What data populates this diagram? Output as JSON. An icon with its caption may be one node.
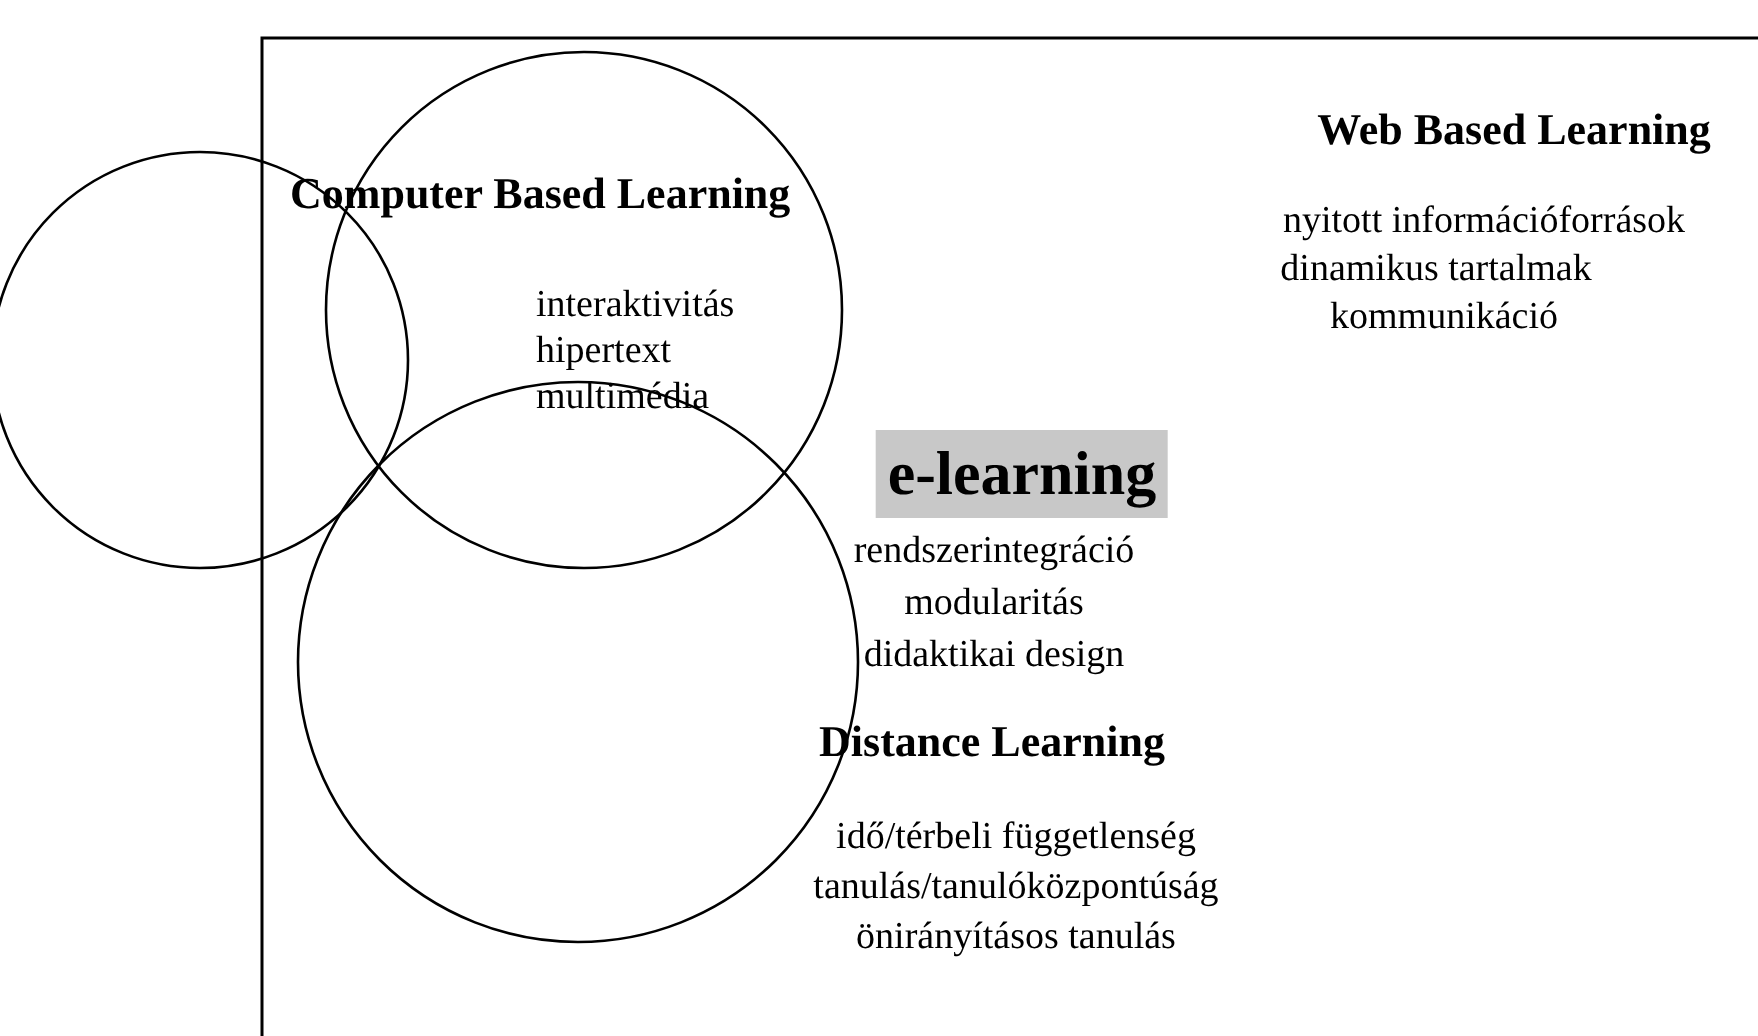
{
  "diagram": {
    "nodes": [
      {
        "text": [
          "Web Based Learning",
          "nyitott információforrások",
          "dinamikus tartalmak",
          "kommunikáció"
        ]
      },
      {
        "text": [],
        "shape": "circle"
      },
      {
        "text": [
          "Computer Based Learning",
          "interaktivitás",
          "hipertext",
          "multimédia"
        ],
        "in": 0
      },
      {
        "text": [
          "e-learning",
          "rendszerintegráció",
          "modularitás",
          "didaktikai design"
        ],
        "in": 0
      },
      {
        "text": [
          "Distance Learning",
          "idő/térbeli függetlenség",
          "tanulás/tanulóközpontúság",
          "önirányításos tanulás"
        ],
        "in": 0
      }
    ],
    "edges": []
  }
}
